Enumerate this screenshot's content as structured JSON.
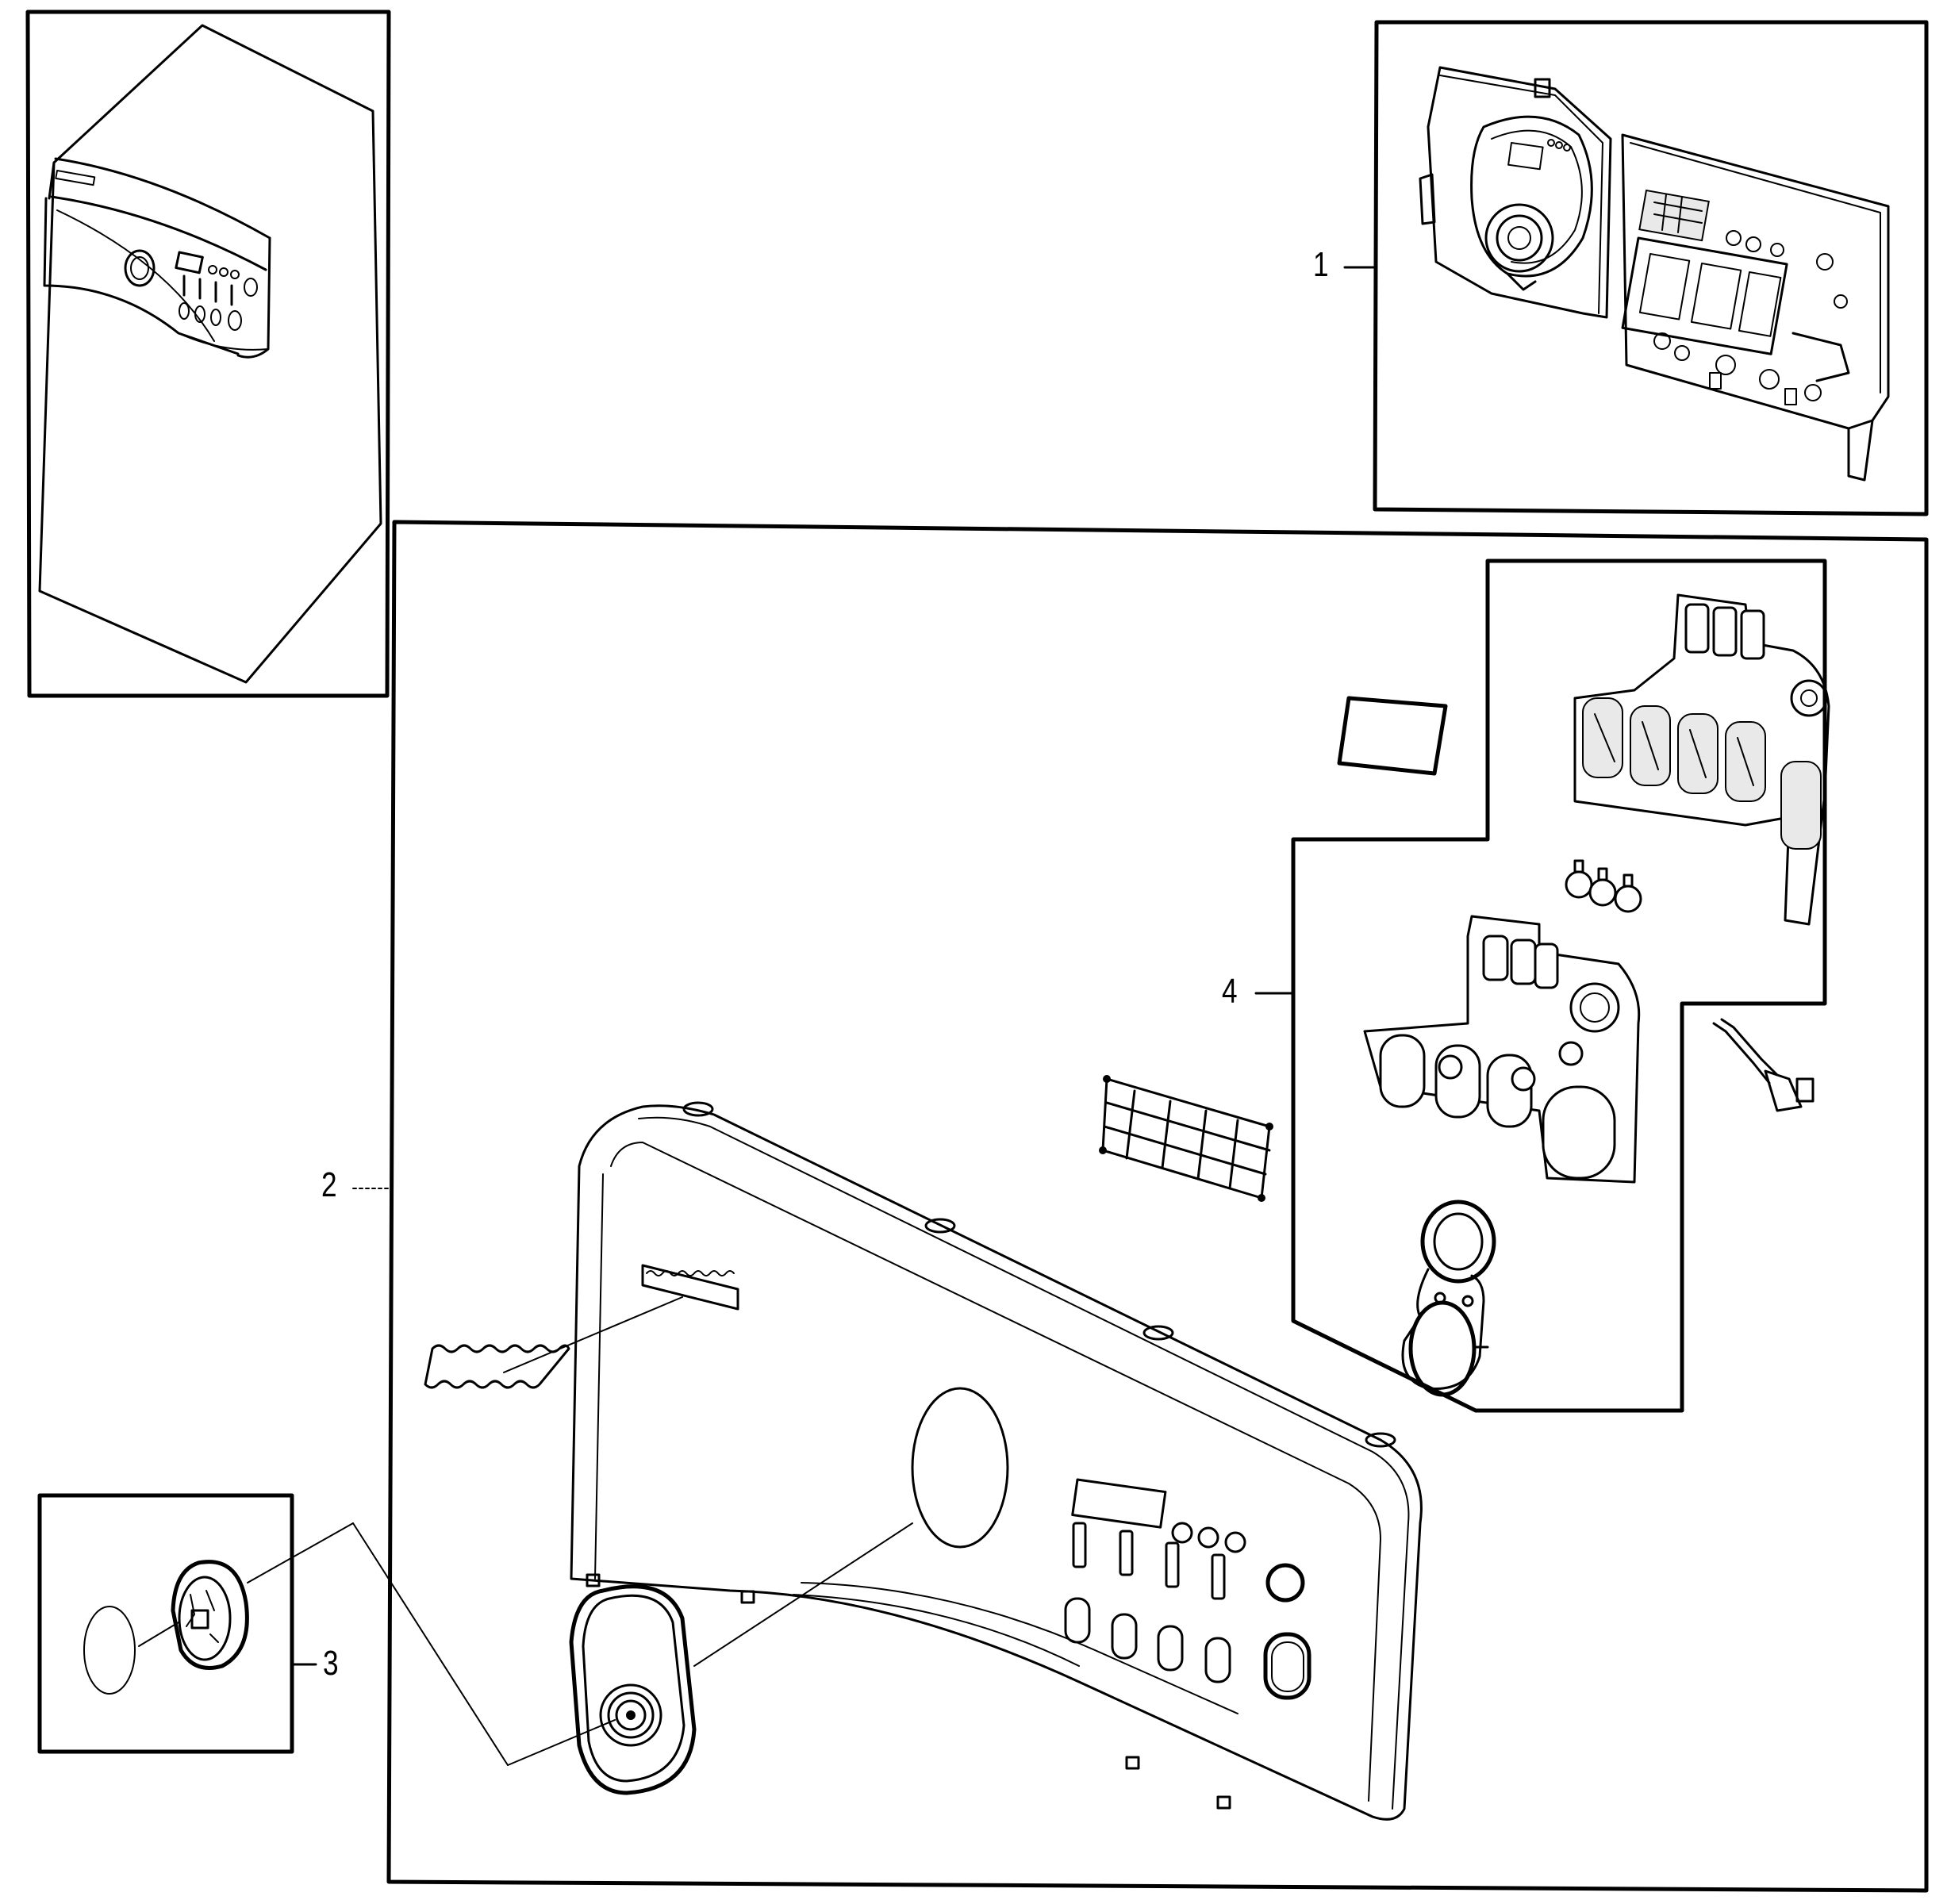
{
  "callouts": {
    "part1": "1",
    "part2": "2",
    "part3": "3",
    "part4": "4"
  }
}
